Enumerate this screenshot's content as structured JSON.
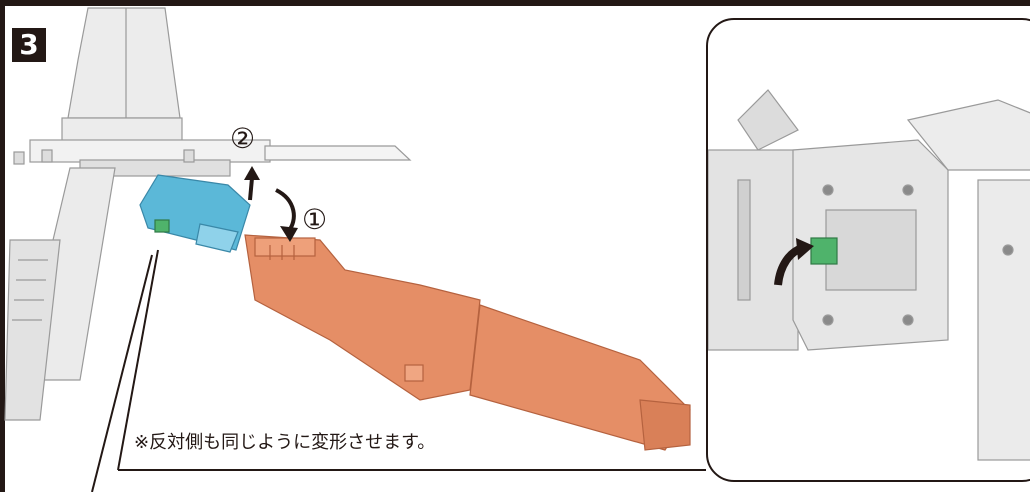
{
  "step": {
    "number": "3"
  },
  "labels": {
    "circle_two": "②",
    "circle_one": "①"
  },
  "note": {
    "text": "※反対側も同じように変形させます。"
  },
  "colors": {
    "blue_part": "#5bb8d8",
    "orange_part": "#e58e66",
    "green_part": "#4fb36b",
    "gray_part": "#e8e8e8",
    "ink": "#231815"
  }
}
